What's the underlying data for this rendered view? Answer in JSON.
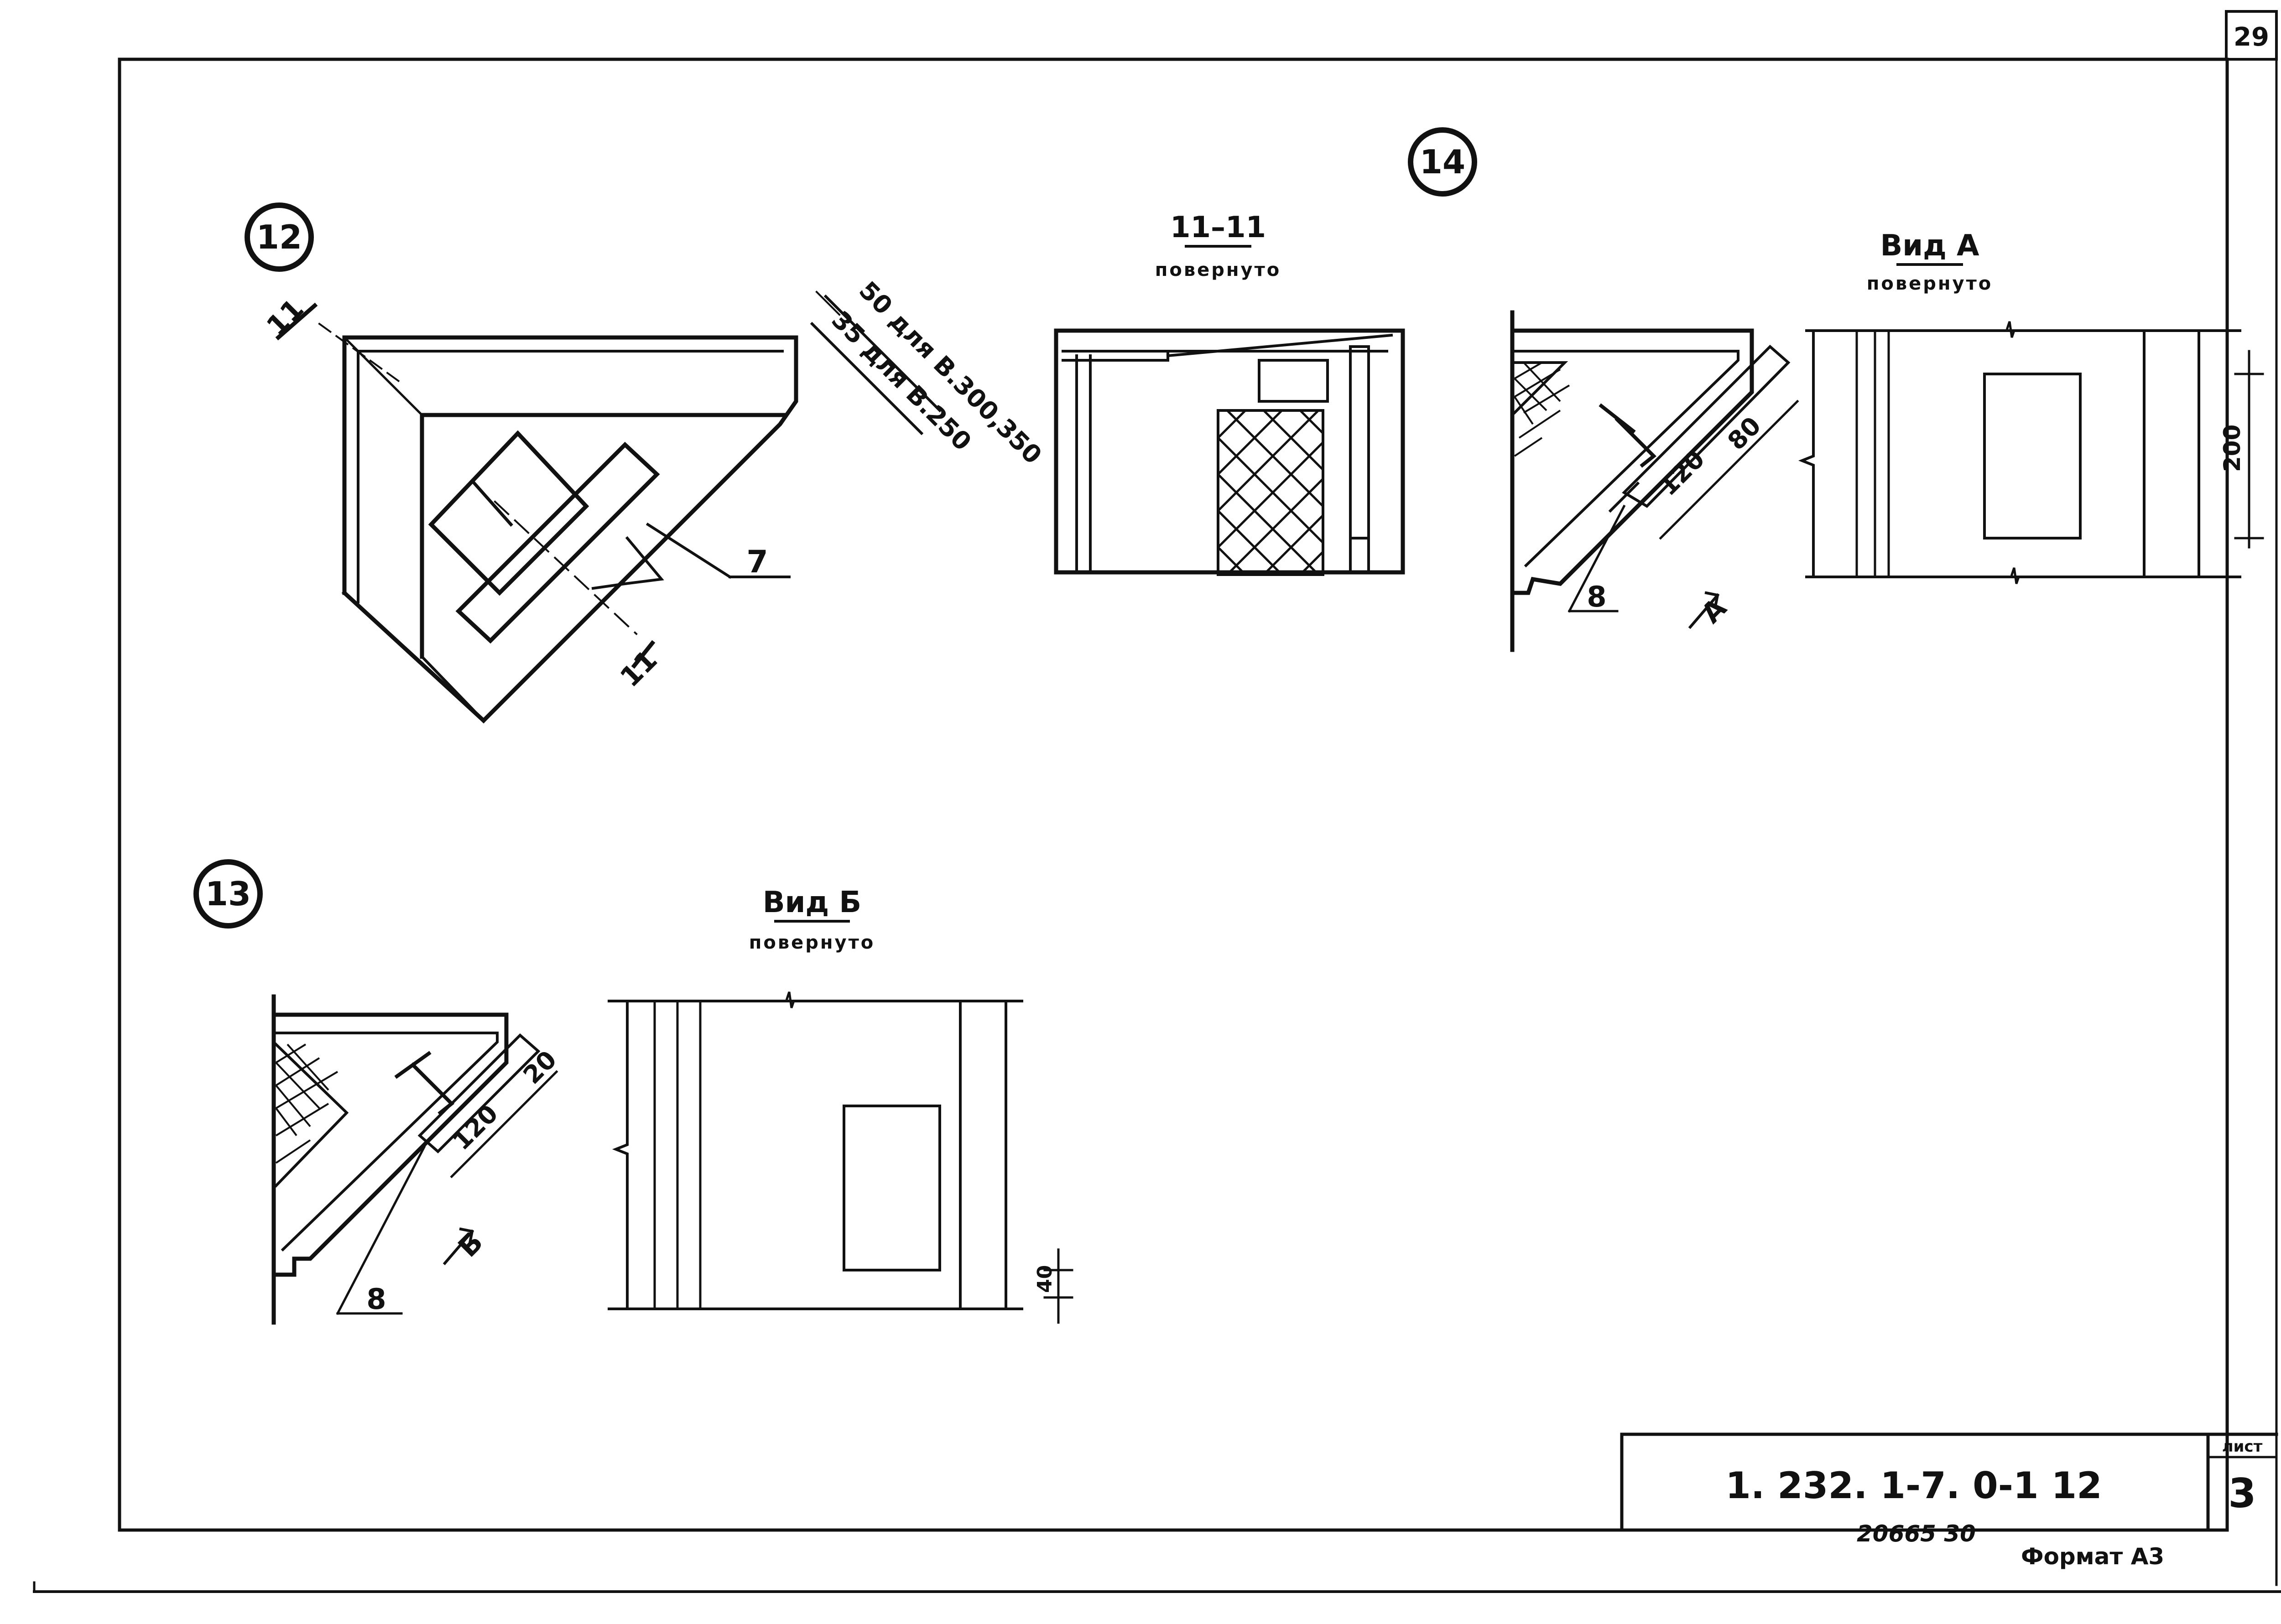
{
  "sheet_number_top": "29",
  "detail_12": {
    "marker": "12",
    "section_mark_top": "11",
    "section_mark_bottom": "11",
    "callout_7": "7",
    "dim_50": "50 для В.300,350",
    "dim_35": "35 для В.250"
  },
  "detail_14": {
    "marker": "14",
    "section_title": "11–11",
    "section_subtitle": "повернуто",
    "view_title": "Вид А",
    "view_subtitle": "повернуто",
    "dim_80": "80",
    "dim_120": "120",
    "dim_200": "200",
    "callout_8": "8",
    "arrow_label": "А"
  },
  "detail_13": {
    "marker": "13",
    "view_title": "Вид Б",
    "view_subtitle": "повернуто",
    "dim_20": "20",
    "dim_120": "120",
    "dim_40": "40",
    "callout_8": "8",
    "arrow_label": "Б"
  },
  "title_block": {
    "doc_code": "1. 232. 1-7. 0-1 12",
    "sheet_label": "лист",
    "sheet_value": "3",
    "inventory": "20665 30",
    "format": "Формат А3"
  }
}
